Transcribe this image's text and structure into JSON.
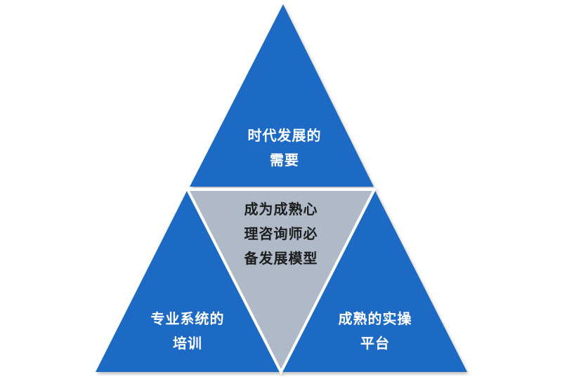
{
  "diagram": {
    "center": {
      "lines": [
        "成为成熟心",
        "理咨询师必",
        "备发展模型"
      ]
    },
    "top": {
      "lines": [
        "时代发展的",
        "需要"
      ]
    },
    "bottom_left": {
      "lines": [
        "专业系统的",
        "培训"
      ]
    },
    "bottom_right": {
      "lines": [
        "成熟的实操",
        "平台"
      ]
    }
  },
  "colors": {
    "outer_triangle_fill": "#1f6bc4",
    "outer_triangle_shade": "#174f96",
    "center_triangle_fill": "#afb9c8",
    "center_triangle_border": "#ffffff"
  }
}
